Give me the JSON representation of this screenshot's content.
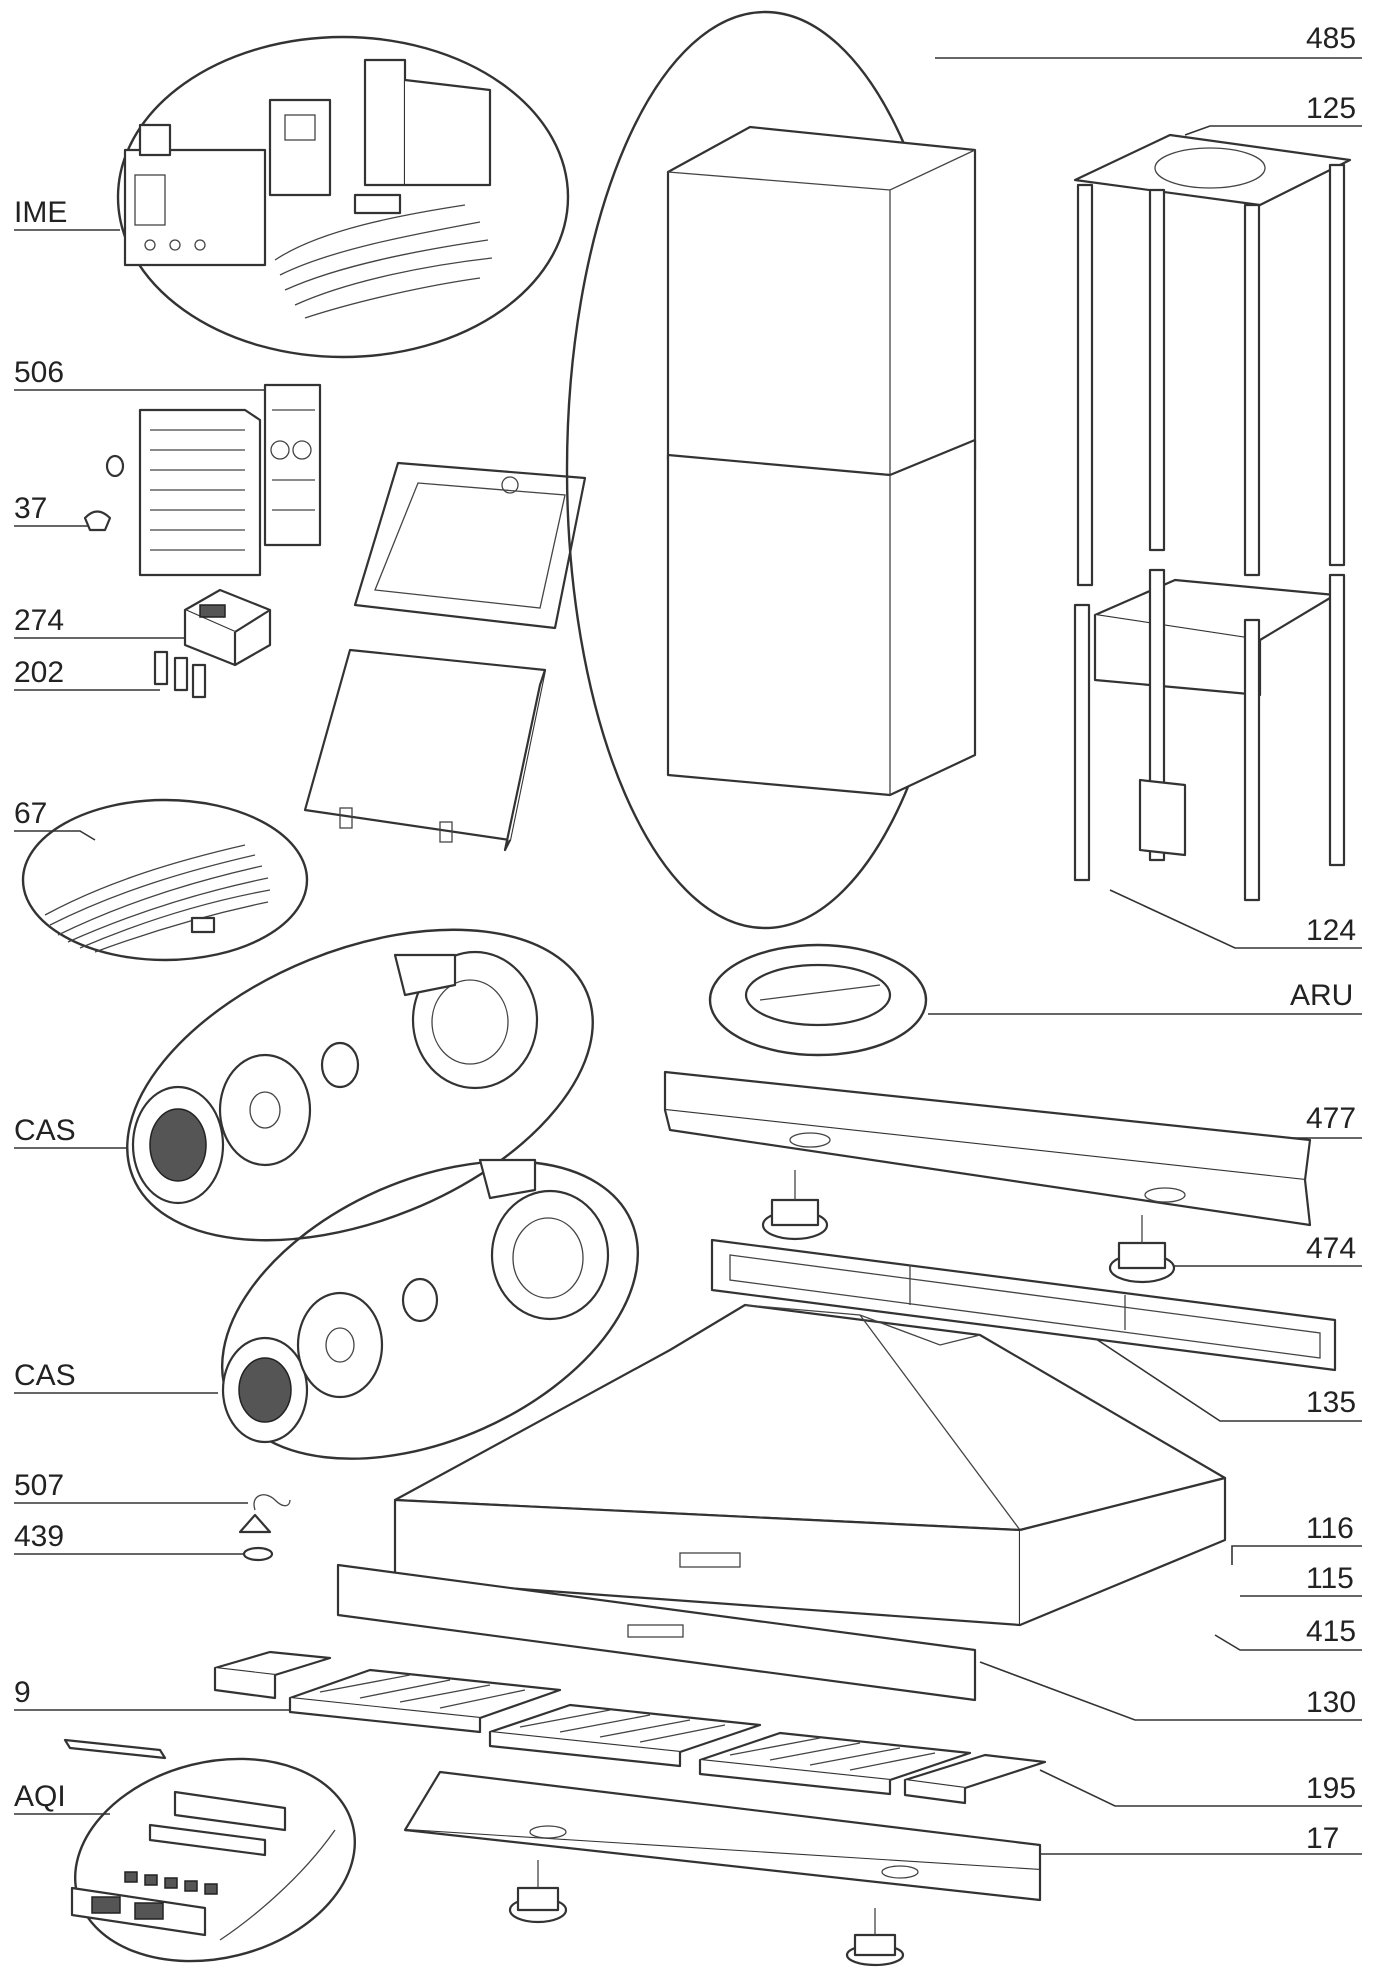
{
  "labels": {
    "ime": "IME",
    "l506": "506",
    "l37": "37",
    "l274": "274",
    "l202": "202",
    "l67": "67",
    "cas1": "CAS",
    "cas2": "CAS",
    "l507": "507",
    "l439": "439",
    "l9": "9",
    "aqi": "AQI",
    "l485": "485",
    "l125": "125",
    "l124": "124",
    "aru": "ARU",
    "l477": "477",
    "l474": "474",
    "l135": "135",
    "l116": "116",
    "l115": "115",
    "l415": "415",
    "l130": "130",
    "l195": "195",
    "l17": "17"
  },
  "colors": {
    "line": "#333333",
    "background": "#ffffff"
  }
}
